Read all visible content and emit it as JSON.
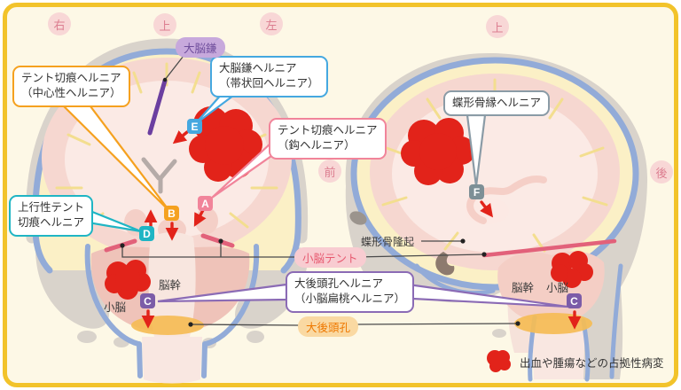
{
  "orientation_labels": {
    "coronal_right": "右",
    "coronal_top": "上",
    "coronal_left": "左",
    "sagittal_top": "上",
    "sagittal_front": "前",
    "sagittal_back": "後"
  },
  "callouts": {
    "tentorial_central": {
      "line1": "テント切痕ヘルニア",
      "line2": "（中心性ヘルニア）"
    },
    "falx_cingulate": {
      "line1": "大脳鎌ヘルニア",
      "line2": "（帯状回ヘルニア）"
    },
    "tentorial_uncal": {
      "line1": "テント切痕ヘルニア",
      "line2": "（鈎ヘルニア）"
    },
    "ascending_tentorial": {
      "line1": "上行性テント",
      "line2": "切痕ヘルニア"
    },
    "foramen_magnum_tonsillar": {
      "line1": "大後頭孔ヘルニア",
      "line2": "（小脳扁桃ヘルニア）"
    },
    "sphenoid_ridge": {
      "line1": "蝶形骨縁ヘルニア"
    }
  },
  "structure_labels": {
    "falx_cerebri": "大脳鎌",
    "tentorium_cerebelli": "小脳テント",
    "foramen_magnum": "大後頭孔",
    "sphenoid_prominence": "蝶形骨隆起",
    "brainstem_coronal": "脳幹",
    "cerebellum_coronal": "小脳",
    "brainstem_sagittal": "脳幹",
    "cerebellum_sagittal": "小脳"
  },
  "markers": {
    "a": "A",
    "b": "B",
    "c_coronal": "C",
    "c_sagittal": "C",
    "d": "D",
    "e": "E",
    "f": "F"
  },
  "legend": {
    "lesion_label": "出血や腫瘍などの占拠性病変"
  },
  "colors": {
    "frame_border": "#F2C32B",
    "background": "#FDF8E6",
    "lesion_red": "#E2231A",
    "marker_a_pink": "#F1849A",
    "marker_b_orange": "#F5A11F",
    "marker_c_purple": "#7C5CA8",
    "marker_d_teal": "#1FB5C4",
    "marker_e_blue": "#45A8E0",
    "marker_f_gray": "#7D8F96",
    "tentorium_pink": "#E2617A",
    "falx_purple": "#6B3FA0",
    "dura_blue": "#92ABD8",
    "skull_gray": "#D9D3CB",
    "foramen_orange": "#F5BC55"
  }
}
